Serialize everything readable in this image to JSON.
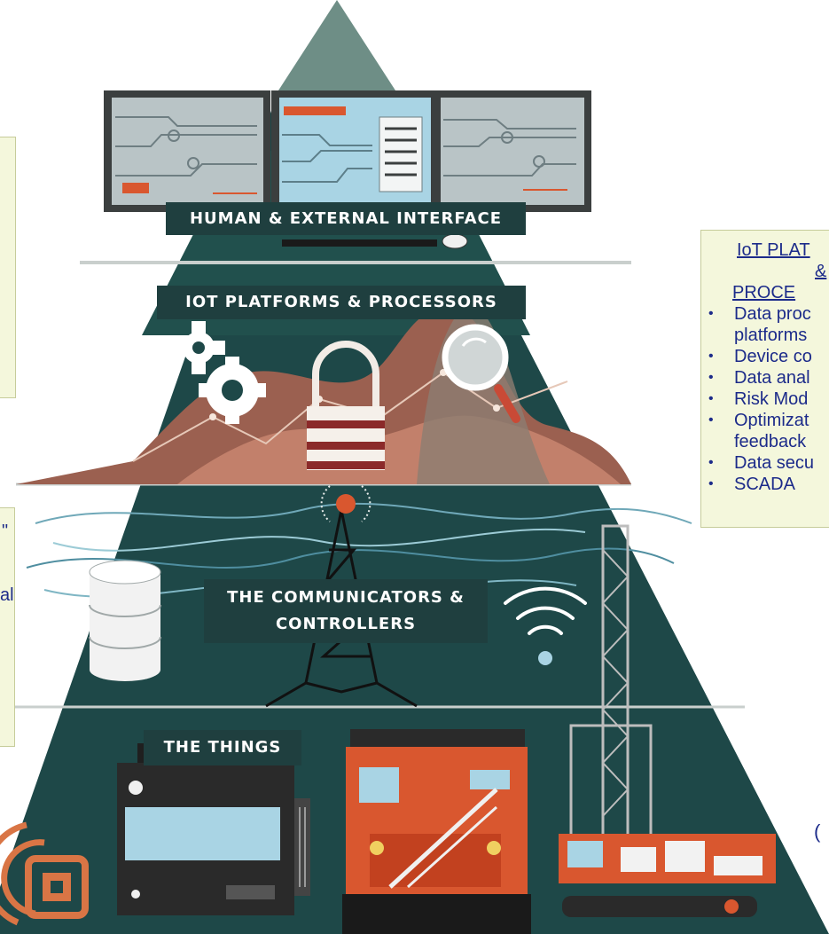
{
  "layers": {
    "human_interface": "HUMAN & EXTERNAL INTERFACE",
    "platforms": "IOT PLATFORMS & PROCESSORS",
    "communicators_line1": "THE COMMUNICATORS &",
    "communicators_line2": "CONTROLLERS",
    "things": "THE THINGS"
  },
  "right_note": {
    "title_line1": "IoT PLAT",
    "title_line2": "&",
    "title_line3": "PROCE",
    "items": [
      {
        "line1": "Data proc",
        "line2": "platforms"
      },
      {
        "line1": "Device co",
        "line2": ""
      },
      {
        "line1": "Data anal",
        "line2": ""
      },
      {
        "line1": "Risk Mod",
        "line2": ""
      },
      {
        "line1": "Optimizat",
        "line2": "feedback"
      },
      {
        "line1": "Data secu",
        "line2": ""
      },
      {
        "line1": "SCADA",
        "line2": ""
      }
    ]
  },
  "left_fragments": {
    "mark_1": "\"",
    "mark_2": "al"
  },
  "right_fragments": {
    "mark": "("
  },
  "colors": {
    "pyramid_teal": "#1e4848",
    "apex_grey": "#6e8e86",
    "label_bg": "#1f3f3f",
    "accent_orange": "#d9572f",
    "note_bg": "#f4f7dc",
    "note_text": "#1c2b8a"
  }
}
